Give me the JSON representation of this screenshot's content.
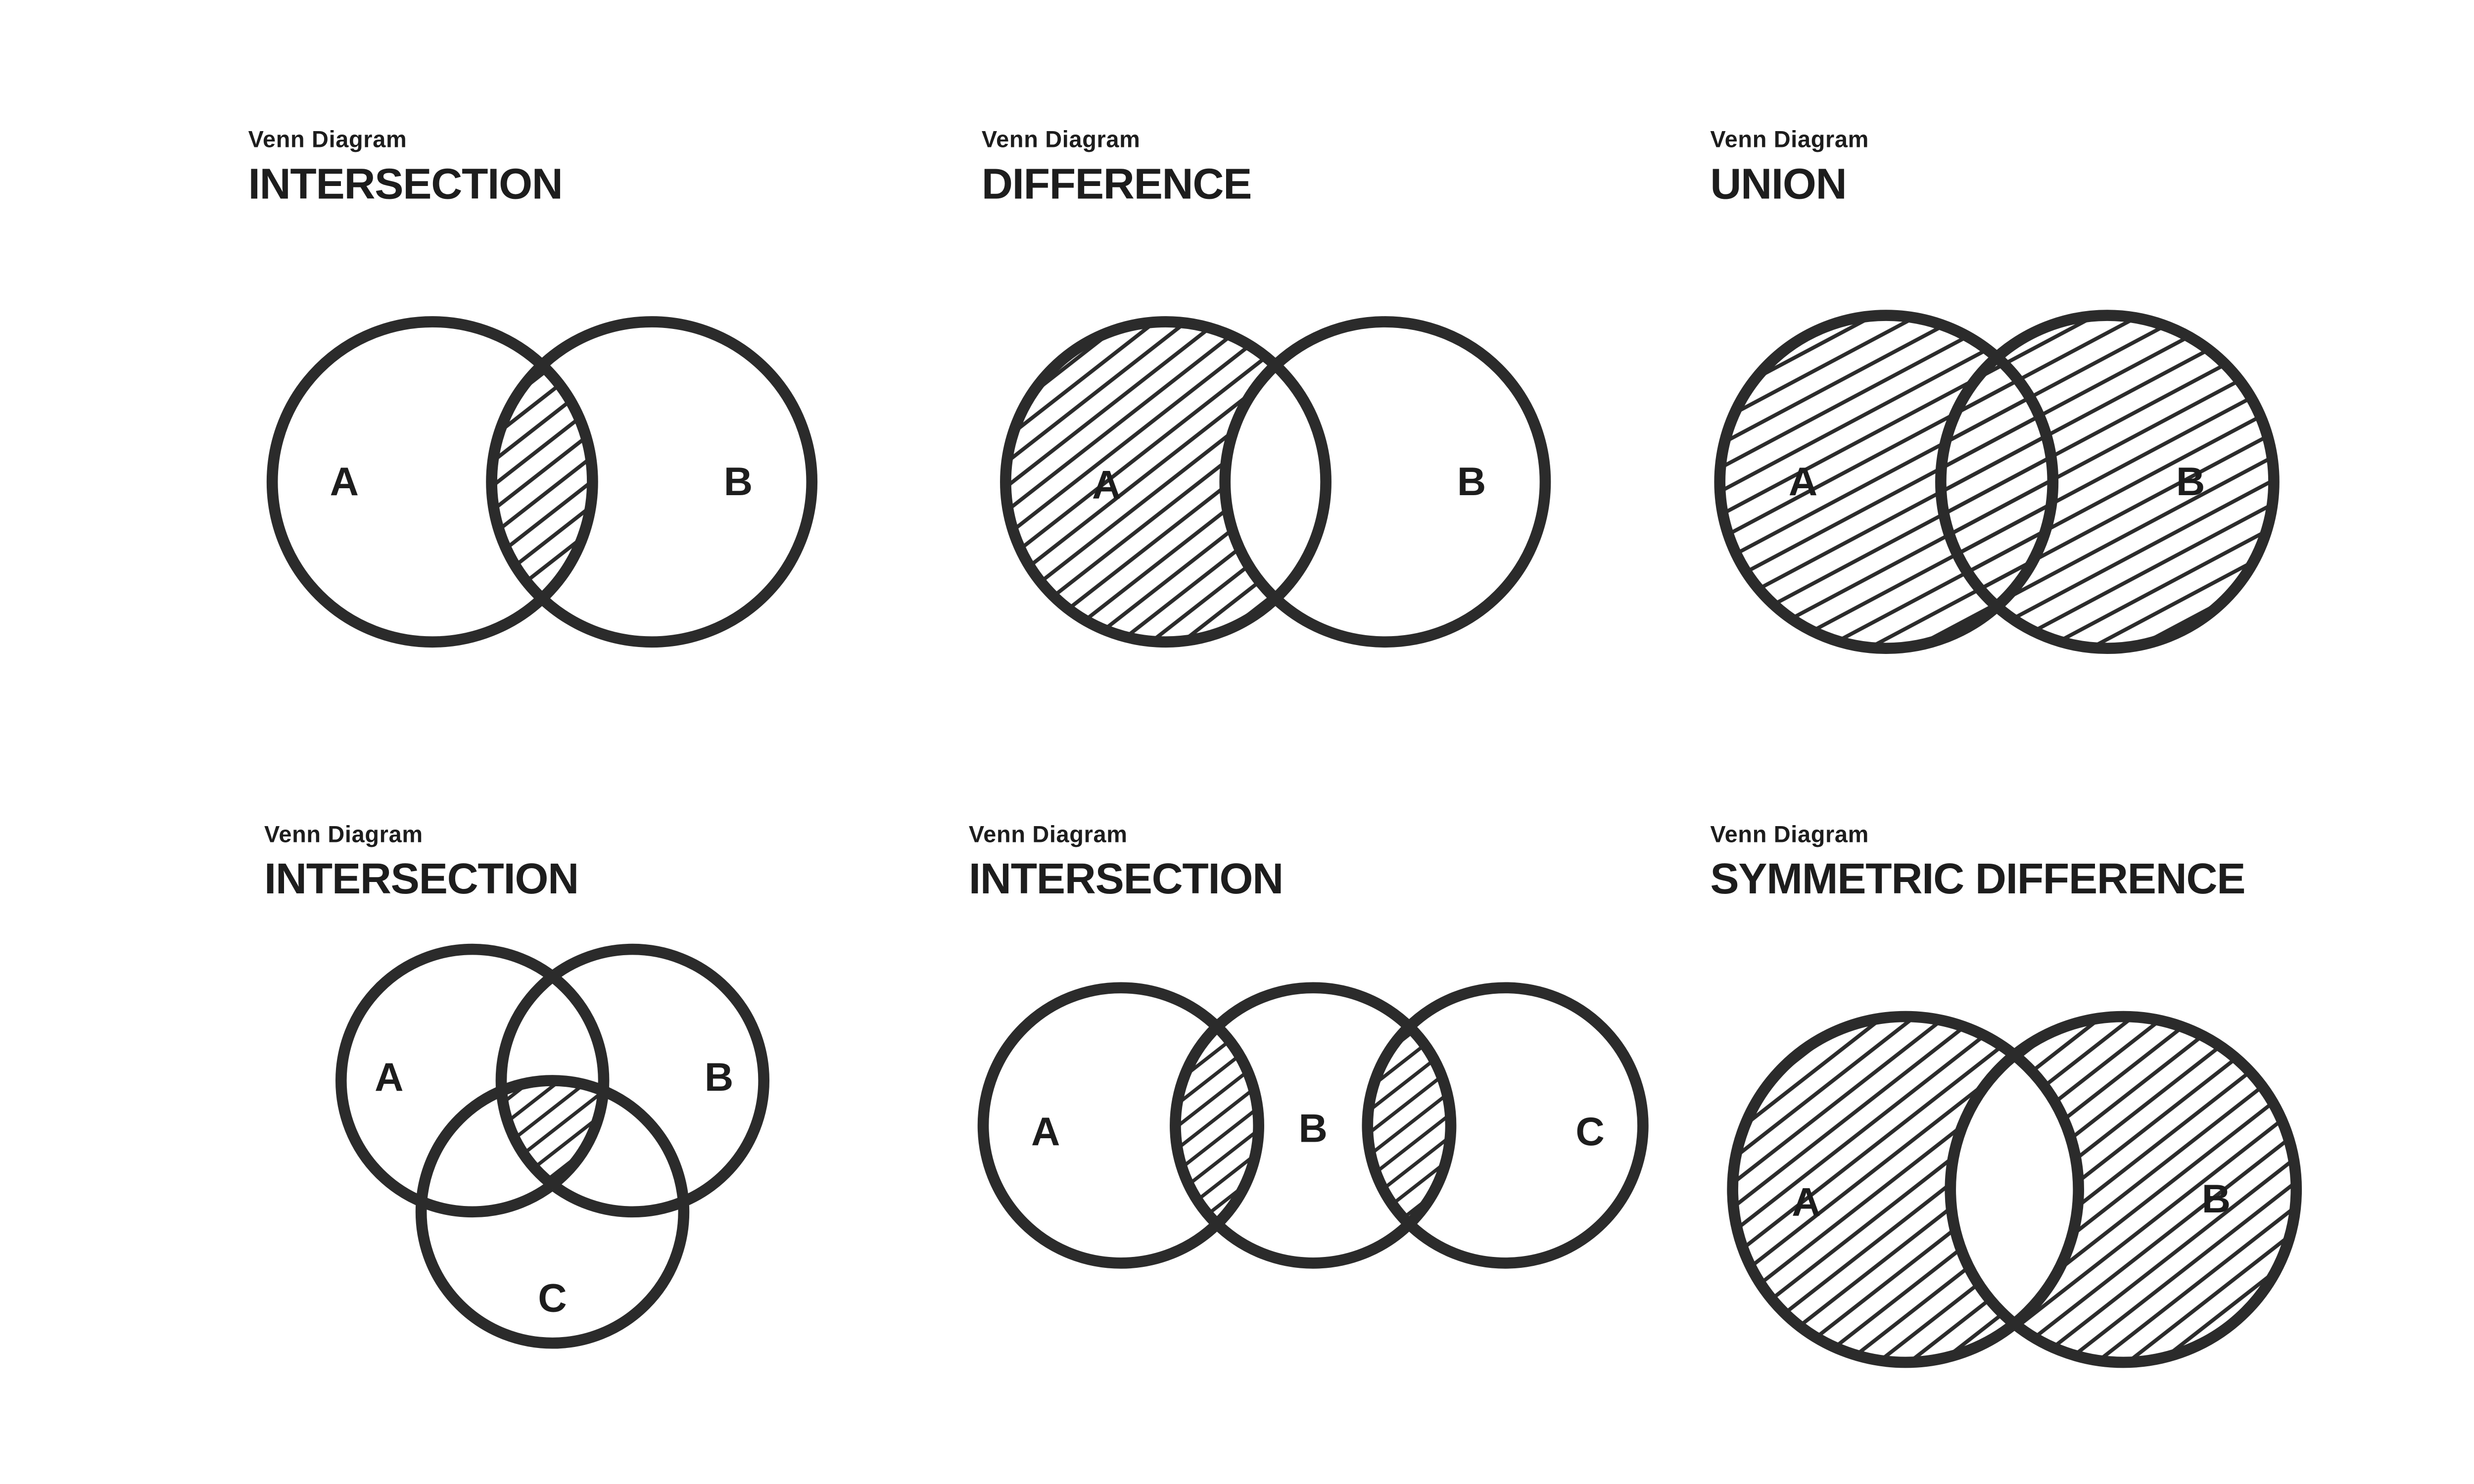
{
  "page": {
    "background": "#ffffff",
    "ink": "#2b2b2b",
    "text_color": "#1d1d1d",
    "hatch_style": "diagonal-lines"
  },
  "panels": [
    {
      "kicker": "Venn Diagram",
      "title": "INTERSECTION",
      "shaded_region": "A intersect B",
      "labels": {
        "a": "A",
        "b": "B"
      }
    },
    {
      "kicker": "Venn Diagram",
      "title": "DIFFERENCE",
      "shaded_region": "A minus B",
      "labels": {
        "a": "A",
        "b": "B"
      }
    },
    {
      "kicker": "Venn Diagram",
      "title": "UNION",
      "shaded_region": "A union B",
      "labels": {
        "a": "A",
        "b": "B"
      }
    },
    {
      "kicker": "Venn Diagram",
      "title": "INTERSECTION",
      "shaded_region": "A intersect B intersect C",
      "labels": {
        "a": "A",
        "b": "B",
        "c": "C"
      }
    },
    {
      "kicker": "Venn Diagram",
      "title": "INTERSECTION",
      "shaded_region": "A intersect B, B intersect C",
      "labels": {
        "a": "A",
        "b": "B",
        "c": "C"
      }
    },
    {
      "kicker": "Venn Diagram",
      "title": "SYMMETRIC DIFFERENCE",
      "shaded_region": "A xor B",
      "labels": {
        "a": "A",
        "b": "B"
      }
    }
  ]
}
